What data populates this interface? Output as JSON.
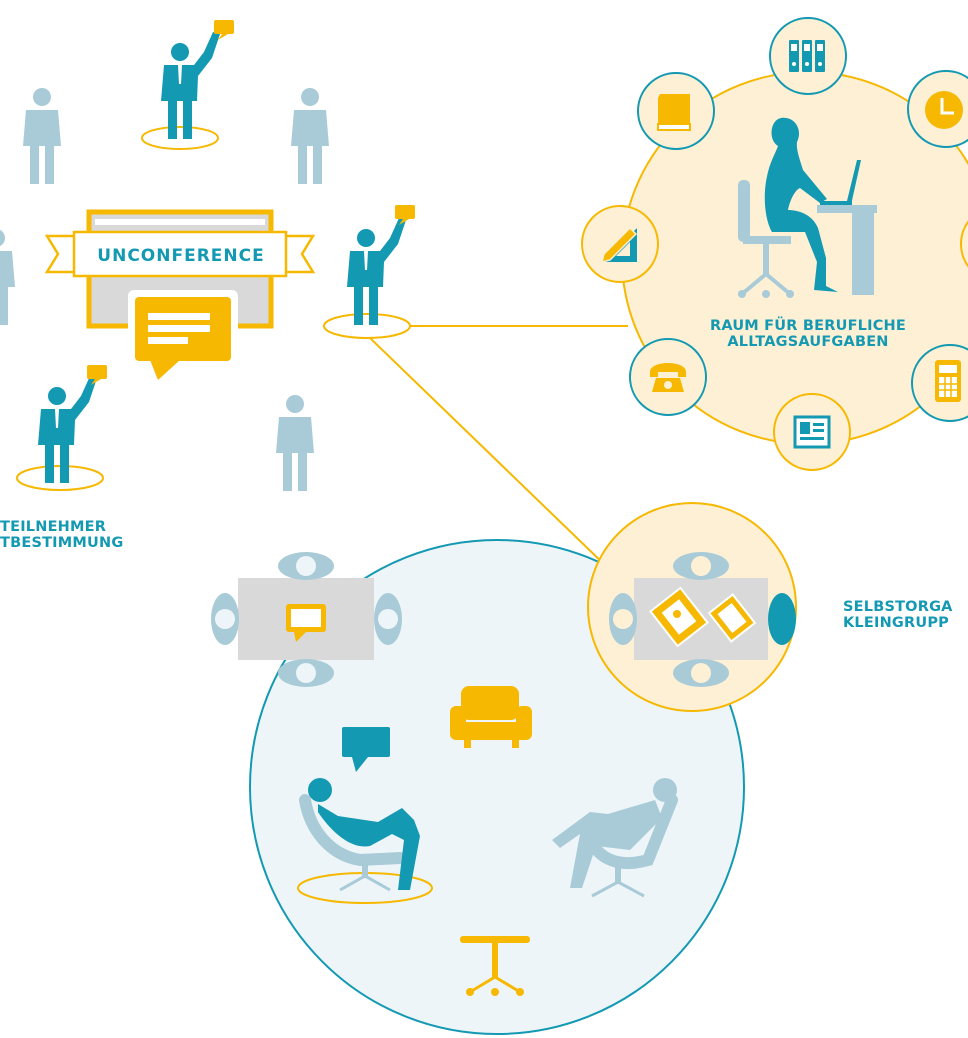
{
  "colors": {
    "teal": "#1499b3",
    "teal_dark": "#0f7f95",
    "light_blue": "#a9cbd8",
    "yellow": "#f6b800",
    "yellow_soft": "#fdf0d5",
    "gray_panel": "#d9d9d9",
    "circle_light": "#edf5f9"
  },
  "banner": {
    "label": "UNCONFERENCE"
  },
  "work_space": {
    "title_line1": "RAUM FÜR BERUFLICHE",
    "title_line2": "ALLTAGSAUFGABEN",
    "icons": [
      "binders-icon",
      "clock-icon",
      "book-icon",
      "ruler-pencil-icon",
      "phone-icon",
      "id-card-icon",
      "calculator-icon",
      "partial-icon"
    ]
  },
  "participants_label": {
    "line1": "TEILNEHMER",
    "line2": "TBESTIMMUNG"
  },
  "group_label": {
    "line1": "SELBSTORGA",
    "line2": "KLEINGRUPP"
  }
}
